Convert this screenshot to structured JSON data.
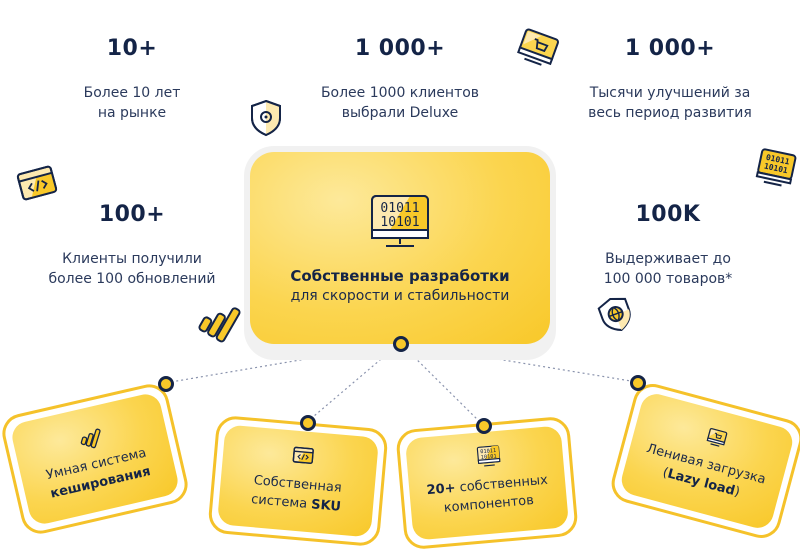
{
  "stats": [
    {
      "value": "10+",
      "description_line1": "Более 10 лет",
      "description_line2": "на рынке"
    },
    {
      "value": "1 000+",
      "description_line1": "Более 1000 клиентов",
      "description_line2": "выбрали Deluxe"
    },
    {
      "value": "1 000+",
      "description_line1": "Тысячи улучшений за",
      "description_line2": "весь период развития"
    },
    {
      "value": "100+",
      "description_line1": "Клиенты получили",
      "description_line2": "более 100 обновлений"
    },
    {
      "value": "100K",
      "description_line1": "Выдерживает до",
      "description_line2": "100 000 товаров*"
    }
  ],
  "center": {
    "title": "Собственные разработки",
    "subtitle": "для скорости и стабильности",
    "icon": "binary-monitor-icon",
    "binary_line1": "01011",
    "binary_line2": "10101"
  },
  "features": [
    {
      "icon": "bars-chart-icon",
      "line1": "Умная система",
      "line2_bold": "кеширования"
    },
    {
      "icon": "code-window-icon",
      "line1": "Собственная",
      "line2_prefix": "система ",
      "line2_bold": "SKU"
    },
    {
      "icon": "binary-monitor-icon",
      "line1_bold": "20+",
      "line1_rest": " собственных",
      "line2": "компонентов"
    },
    {
      "icon": "cart-monitor-icon",
      "line1": "Ленивая загрузка",
      "line2_open": "(",
      "line2_bold": "Lazy load",
      "line2_close": ")"
    }
  ],
  "decorative_icons": [
    "shield-gear-icon",
    "cart-monitor-icon",
    "code-window-icon",
    "binary-monitor-icon",
    "bars-chart-icon",
    "shield-globe-icon"
  ],
  "colors": {
    "accent": "#f8c829",
    "accent_light": "#fde99a",
    "navy": "#142447",
    "text": "#2b3a5c",
    "connector": "#8a93ad"
  }
}
